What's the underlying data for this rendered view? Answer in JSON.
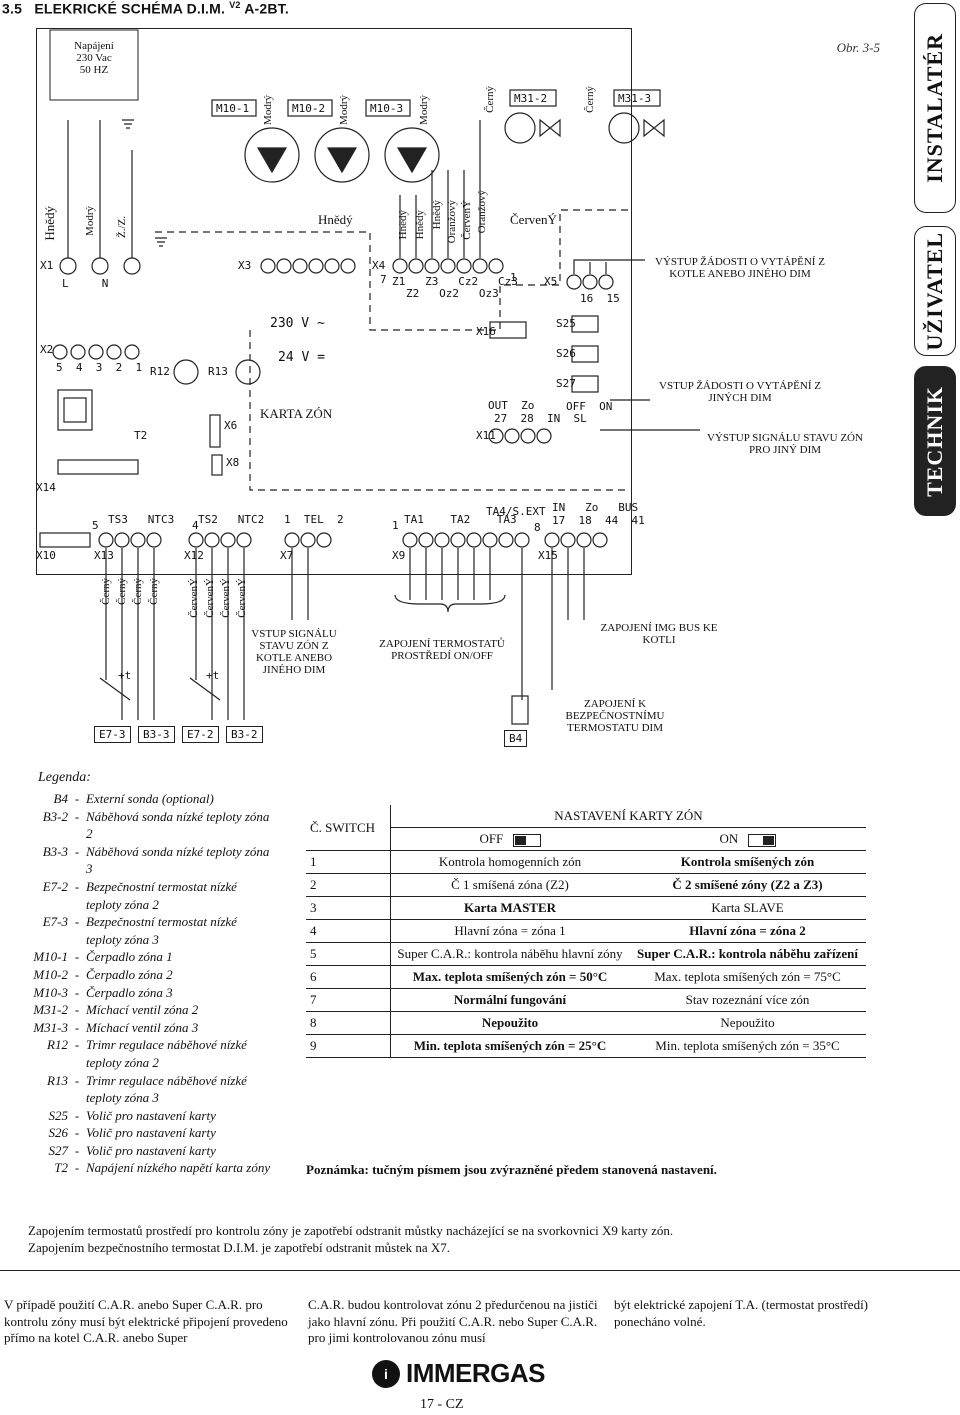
{
  "heading": {
    "number": "3.5",
    "title": "ELEKRICKÉ SCHÉMA D.I.M.",
    "sup": "V2",
    "suffix": "A-2BT."
  },
  "figure_label": "Obr. 3-5",
  "side_tabs": [
    "INSTALATÉR",
    "UŽIVATEL",
    "TECHNIK"
  ],
  "diagram": {
    "power_box": "Napájení\n230 Vac\n50 HZ",
    "pumps": [
      "M10-1",
      "M10-2",
      "M10-3"
    ],
    "valves": [
      "M31-2",
      "M31-3"
    ],
    "wire_colors_top": [
      "Modrý",
      "Modrý",
      "Modrý",
      "Černý",
      "Černý"
    ],
    "wire_colors_left": [
      "Hnědý",
      "Modrý",
      "Ž./Z."
    ],
    "wire_colors_x4": [
      "Hnědý",
      "Hnědý",
      "Hnědý",
      "Oranžový",
      "ČervenÝ",
      "Oranžový"
    ],
    "red_label": "ČervenÝ",
    "hnedy_label": "Hnědý",
    "connectors": [
      "X1",
      "X2",
      "X3",
      "X4",
      "X5",
      "X6",
      "X7",
      "X8",
      "X9",
      "X10",
      "X11",
      "X12",
      "X13",
      "X14",
      "X15",
      "X16"
    ],
    "x1_pins": "L     N",
    "x2_pins": "5  4  3  2  1",
    "x4_pins": "Z1   Z3   Cz2   Cz3",
    "x4_pins2": "Z2   Oz2   Oz3",
    "x4_num_left": "7",
    "x4_num_right": "1",
    "x5_pins": "16  15",
    "trimmers": [
      "R12",
      "R13"
    ],
    "transformer": "T2",
    "voltage_ac": "230 V ~",
    "voltage_dc": "24 V =",
    "card": "KARTA ZÓN",
    "switches": [
      "S25",
      "S26",
      "S27"
    ],
    "switch_nums": [
      "1",
      "2",
      "3",
      "4",
      "5",
      "6",
      "7",
      "8",
      "9"
    ],
    "off_on": "OFF  ON",
    "out_zo": "OUT  Zo",
    "x11_pins": "27  28  IN  SL",
    "x13_pins": "TS3   NTC3",
    "x12_pins": "TS2   NTC2",
    "x7_pins": "1  TEL  2",
    "x9_pins": "TA1    TA2    TA3",
    "x9_extra": "TA4/S.EXT",
    "x15_pins": "IN   Zo   BUS",
    "x15_nums": "17  18  44  41",
    "num_5": "5",
    "num_1": "1",
    "num_4": "4",
    "num_8": "8",
    "wire_bottom_left": [
      "Černý",
      "Černý",
      "Černý",
      "Černý"
    ],
    "wire_bottom_mid": [
      "ČervenÝ",
      "ČervenÝ",
      "ČervenÝ",
      "ČervenÝ"
    ],
    "sensors": [
      "E7-3",
      "B3-3",
      "E7-2",
      "B3-2",
      "B4"
    ],
    "plus_t": "+t",
    "captions": {
      "out_req": "VÝSTUP ŽÁDOSTI O VYTÁPĚNÍ  Z KOTLE ANEBO JINÉHO DIM",
      "in_req": "VSTUP ŽÁDOSTI O VYTÁPĚNÍ Z JINÝCH DIM",
      "out_state": "VÝSTUP SIGNÁLU STAVU ZÓN PRO JINÝ DIM",
      "in_state": "VSTUP SIGNÁLU STAVU ZÓN Z KOTLE ANEBO JINÉHO DIM",
      "thermostats": "ZAPOJENÍ TERMOSTATŮ PROSTŘEDÍ ON/OFF",
      "img_bus": "ZAPOJENÍ IMG BUS KE KOTLI",
      "safety": "ZAPOJENÍ K BEZPEČNOSTNÍMU TERMOSTATU DIM"
    }
  },
  "legend_title": "Legenda:",
  "legend": [
    {
      "code": "B4",
      "desc": "Externí sonda (optional)"
    },
    {
      "code": "B3-2",
      "desc": "Náběhová sonda nízké teploty zóna 2"
    },
    {
      "code": "B3-3",
      "desc": "Náběhová sonda nízké teploty zóna 3"
    },
    {
      "code": "E7-2",
      "desc": "Bezpečnostní termostat nízké teploty zóna 2"
    },
    {
      "code": "E7-3",
      "desc": "Bezpečnostní termostat nízké teploty zóna 3"
    },
    {
      "code": "M10-1",
      "desc": "Čerpadlo zóna 1"
    },
    {
      "code": "M10-2",
      "desc": "Čerpadlo zóna 2"
    },
    {
      "code": "M10-3",
      "desc": "Čerpadlo zóna 3"
    },
    {
      "code": "M31-2",
      "desc": "Míchací ventil zóna 2"
    },
    {
      "code": "M31-3",
      "desc": "Míchací ventil zóna 3"
    },
    {
      "code": "R12",
      "desc": "Trimr regulace náběhové nízké teploty zóna 2"
    },
    {
      "code": "R13",
      "desc": "Trimr regulace náběhové nízké teploty zóna 3"
    },
    {
      "code": "S25",
      "desc": "Volič pro nastavení karty"
    },
    {
      "code": "S26",
      "desc": "Volič pro nastavení karty"
    },
    {
      "code": "S27",
      "desc": "Volič pro nastavení karty"
    },
    {
      "code": "T2",
      "desc": "Napájení nízkého napětí karta zóny"
    }
  ],
  "table": {
    "title": "NASTAVENÍ KARTY ZÓN",
    "col_switch": "Č. SWITCH",
    "col_off": "OFF",
    "col_on": "ON",
    "rows": [
      {
        "n": "1",
        "off": "Kontrola homogenních zón",
        "off_bold": false,
        "on": "Kontrola smíšených zón",
        "on_bold": true
      },
      {
        "n": "2",
        "off": "Č 1 smíšená zóna (Z2)",
        "off_bold": false,
        "on": "Č 2 smíšené zóny (Z2 a Z3)",
        "on_bold": true
      },
      {
        "n": "3",
        "off": "Karta MASTER",
        "off_bold": true,
        "on": "Karta SLAVE",
        "on_bold": false
      },
      {
        "n": "4",
        "off": "Hlavní zóna = zóna 1",
        "off_bold": false,
        "on": "Hlavní zóna = zóna 2",
        "on_bold": true
      },
      {
        "n": "5",
        "off": "Super C.A.R.: kontrola náběhu hlavní zóny",
        "off_bold": false,
        "on": "Super C.A.R.: kontrola náběhu zařízení",
        "on_bold": true
      },
      {
        "n": "6",
        "off": "Max. teplota smíšených zón = 50°C",
        "off_bold": true,
        "on": "Max. teplota smíšených zón = 75°C",
        "on_bold": false
      },
      {
        "n": "7",
        "off": "Normální fungování",
        "off_bold": true,
        "on": "Stav rozeznání více zón",
        "on_bold": false
      },
      {
        "n": "8",
        "off": "Nepoužito",
        "off_bold": true,
        "on": "Nepoužito",
        "on_bold": false
      },
      {
        "n": "9",
        "off": "Min. teplota smíšených zón = 25°C",
        "off_bold": true,
        "on": "Min. teplota smíšených zón = 35°C",
        "on_bold": false
      }
    ]
  },
  "note": "Poznámka: tučným písmem jsou zvýrazněné předem stanovená nastavení.",
  "paragraph": [
    "Zapojením termostatů prostředí pro kontrolu zóny je zapotřebí odstranit můstky nacházející se na svorkovnici X9 karty zón.",
    "Zapojením bezpečnostního termostat D.I.M. je zapotřebí odstranit můstek na X7."
  ],
  "footer_cols": [
    "V případě použití C.A.R. anebo Super C.A.R. pro kontrolu zóny musí být elektrické připojení provedeno přímo na kotel C.A.R. anebo Super",
    "C.A.R. budou kontrolovat zónu 2 předurčenou na jističi jako hlavní zónu. Při použití C.A.R. nebo Super C.A.R. pro jimi kontrolovanou zónu musí",
    "být elektrické zapojení T.A. (termostat prostředí) ponecháno volné."
  ],
  "logo": {
    "mark": "i",
    "word": "IMMERGAS"
  },
  "page": "17 - CZ"
}
